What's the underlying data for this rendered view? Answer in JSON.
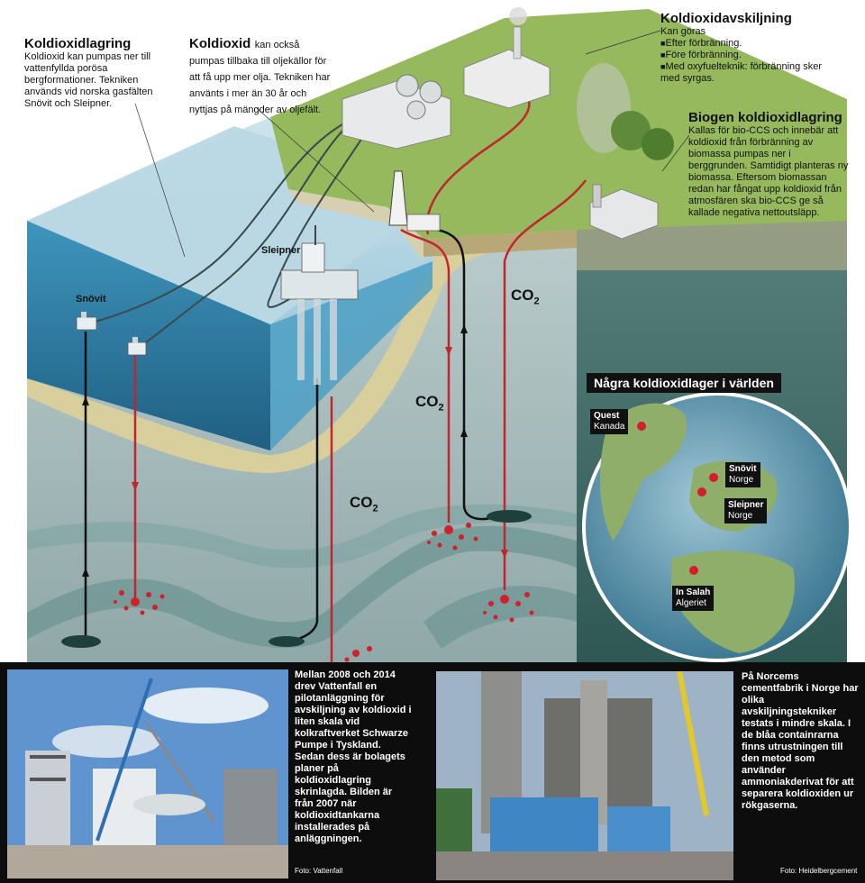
{
  "intro": {
    "title": "Koldioxidlagring",
    "body": "Koldioxid kan pumpas ner till vattenfyllda porösa bergformationer. Tekniken används vid norska gasfälten Snövit och Sleipner."
  },
  "eor": {
    "title": "Koldioxid",
    "body": "kan också pumpas tillbaka till oljekällor för att få upp mer olja. Tekniken har använts i mer än 30 år och nyttjas på mängder av oljefält."
  },
  "separation": {
    "title": "Koldioxidavskiljning",
    "lead": "Kan göras",
    "items": [
      "Efter förbränning.",
      "Före förbränning.",
      "Med oxyfuelteknik: förbränning sker med syrgas."
    ]
  },
  "bioccs": {
    "title": "Biogen koldioxidlagring",
    "body": "Kallas för bio-CCS och innebär att koldioxid från förbränning av biomassa pumpas ner i berggrunden. Samtidigt planteras ny biomassa. Eftersom biomassan redan har fångat upp koldioxid från atmosfären ska bio-CCS ge så kallade negativa nettoutsläpp."
  },
  "labels": {
    "snovit": "Snövit",
    "sleipner": "Sleipner",
    "co2": "CO",
    "co2_sub": "2"
  },
  "world": {
    "title": "Några koldioxidlager i världen",
    "sites": [
      {
        "name": "Quest",
        "country": "Kanada"
      },
      {
        "name": "Snövit",
        "country": "Norge"
      },
      {
        "name": "Sleipner",
        "country": "Norge"
      },
      {
        "name": "In Salah",
        "country": "Algeriet"
      }
    ]
  },
  "photos": {
    "left_caption": "Mellan 2008 och 2014 drev Vattenfall en pilotanläggning för avskiljning av koldioxid i liten skala vid kolkraftverket Schwarze Pumpe i Tyskland. Sedan dess är bolagets planer på koldioxidlagring skrinlagda. Bilden är från 2007 när koldioxidtankarna installerades på anläggningen.",
    "left_credit": "Foto: Vattenfall",
    "right_caption": "På Norcems cementfabrik i Norge har olika avskiljningstekniker testats i mindre skala. I de blåa containrarna finns utrustningen till den metod som använder ammoniakderivat för att separera koldioxiden ur rökgaserna.",
    "right_credit": "Foto: Heidelbergcement"
  },
  "colors": {
    "sea": "#3f8fb4",
    "land": "#8fb35a",
    "rock": "#a9bcbc",
    "pipe_red": "#c0262b",
    "pipe_black": "#111111",
    "dot_red": "#d11f2b"
  }
}
